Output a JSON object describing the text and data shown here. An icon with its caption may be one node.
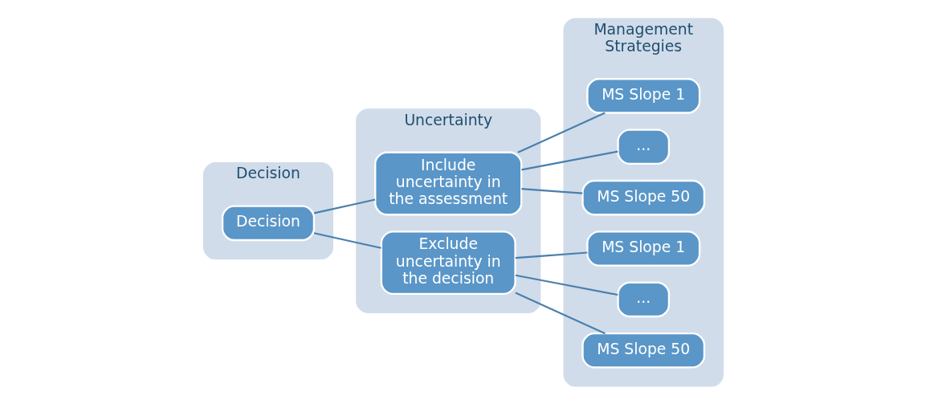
{
  "diagram": {
    "nodes": [
      {
        "text": [
          "Decision"
        ]
      },
      {
        "text": [
          "Uncertainty"
        ]
      },
      {
        "text": [
          "Management Strategies"
        ]
      },
      {
        "text": [
          "Decision"
        ],
        "in": 0
      },
      {
        "text": [
          "Include uncertainty in the assessment"
        ],
        "in": 1
      },
      {
        "text": [
          "Exclude uncertainty in the decision"
        ],
        "in": 1
      },
      {
        "text": [
          "MS Slope 1"
        ],
        "in": 2
      },
      {
        "text": [
          "..."
        ],
        "in": 2
      },
      {
        "text": [
          "MS Slope 50"
        ],
        "in": 2
      },
      {
        "text": [
          "MS Slope 1"
        ],
        "in": 2
      },
      {
        "text": [
          "..."
        ],
        "in": 2
      },
      {
        "text": [
          "MS Slope 50"
        ],
        "in": 2
      }
    ],
    "edges": [
      {
        "from": 3,
        "to": 4,
        "arrow": "none"
      },
      {
        "from": 3,
        "to": 5,
        "arrow": "none"
      },
      {
        "from": 4,
        "to": 6,
        "arrow": "none"
      },
      {
        "from": 4,
        "to": 7,
        "arrow": "none"
      },
      {
        "from": 4,
        "to": 8,
        "arrow": "none"
      },
      {
        "from": 5,
        "to": 9,
        "arrow": "none"
      },
      {
        "from": 5,
        "to": 10,
        "arrow": "none"
      },
      {
        "from": 5,
        "to": 11,
        "arrow": "none"
      }
    ]
  }
}
